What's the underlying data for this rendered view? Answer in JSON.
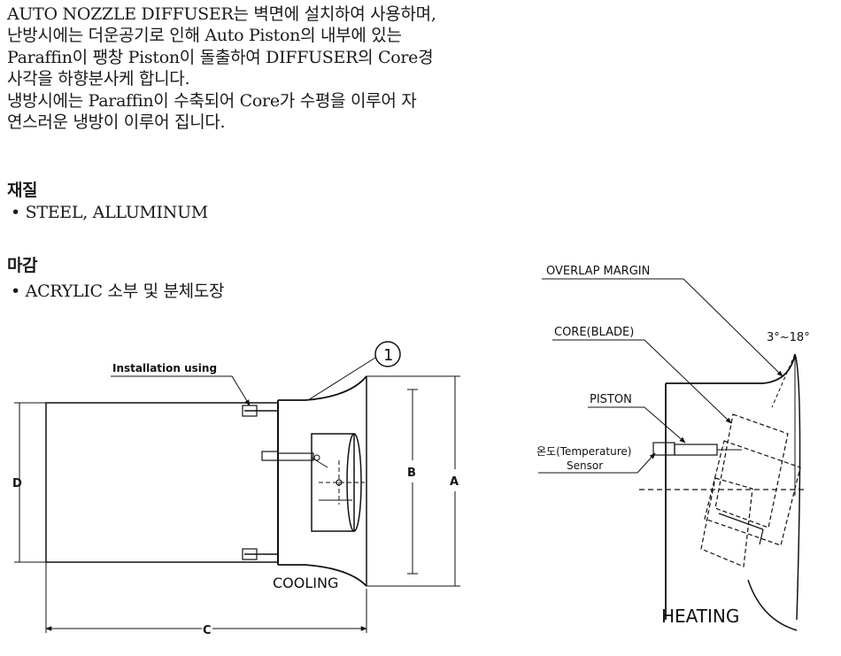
{
  "description": {
    "lines": [
      "AUTO NOZZLE DIFFUSER는 벽면에 설치하여 사용하며,",
      "난방시에는 더운공기로 인해 Auto Piston의 내부에 있는",
      "Paraffin이 팽창 Piston이 돌출하여 DIFFUSER의 Core경",
      "사각을 하향분사케 합니다.",
      "냉방시에는 Paraffin이 수축되어 Core가 수평을 이루어 자",
      "연스러운 냉방이 이루어 집니다."
    ]
  },
  "material": {
    "title": "재질",
    "item": "• STEEL,  ALLUMINUM"
  },
  "finish": {
    "title": "마감",
    "item": "• ACRYLIC 소부 및 분체도장"
  },
  "left_diagram": {
    "callout_number": "1",
    "installation_label": "Installation using",
    "dim_d": "D",
    "dim_b": "B",
    "dim_a": "A",
    "dim_c": "C",
    "mode_label": "COOLING"
  },
  "right_diagram": {
    "overlap_label": "OVERLAP MARGIN",
    "core_label": "CORE(BLADE)",
    "angle_label": "3°~18°",
    "piston_label": "PISTON",
    "sensor_label_1": "온도(Temperature)",
    "sensor_label_2": "Sensor",
    "mode_label": "HEATING"
  }
}
